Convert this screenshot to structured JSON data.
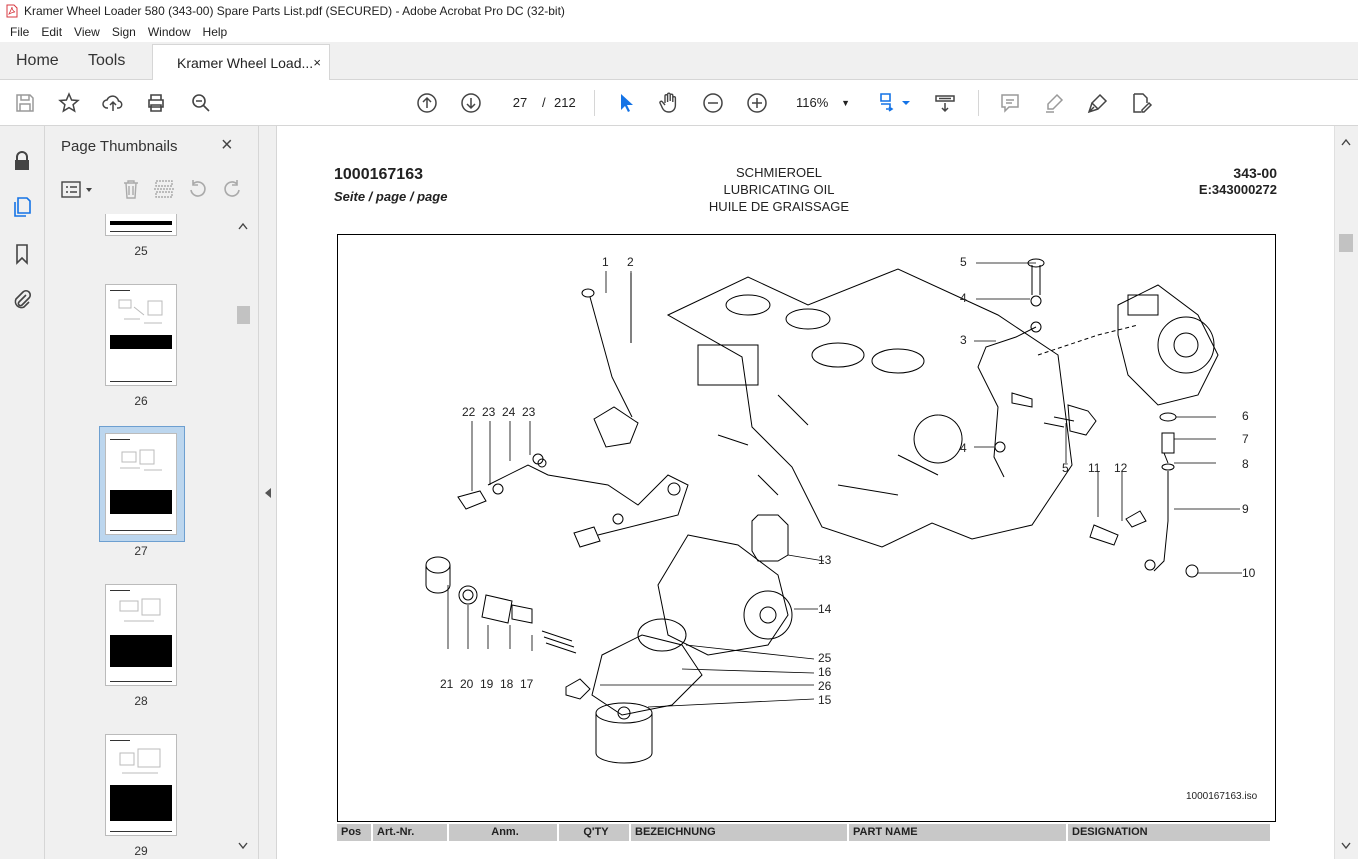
{
  "window": {
    "title": "Kramer Wheel Loader 580 (343-00) Spare Parts List.pdf (SECURED) - Adobe Acrobat Pro DC (32-bit)"
  },
  "menu": [
    "File",
    "Edit",
    "View",
    "Sign",
    "Window",
    "Help"
  ],
  "tabs": {
    "home": "Home",
    "tools": "Tools",
    "document": "Kramer Wheel Load...",
    "close": "×"
  },
  "toolbar": {
    "current_page": "27",
    "separator": "/",
    "total_pages": "212",
    "zoom": "116%"
  },
  "panel": {
    "title": "Page Thumbnails",
    "close": "×",
    "thumbnails": [
      {
        "label": "25"
      },
      {
        "label": "26"
      },
      {
        "label": "27",
        "selected": true
      },
      {
        "label": "28"
      },
      {
        "label": "29"
      }
    ]
  },
  "document": {
    "part_number": "1000167163",
    "page_label": "Seite / page / page",
    "title_de": "SCHMIEROEL",
    "title_en": "LUBRICATING OIL",
    "title_fr": "HUILE DE GRAISSAGE",
    "group": "343-00",
    "ref": "E:343000272",
    "iso_file": "1000167163.iso",
    "callouts": [
      "1",
      "2",
      "3",
      "4",
      "5",
      "6",
      "7",
      "8",
      "9",
      "10",
      "11",
      "12",
      "13",
      "14",
      "15",
      "16",
      "17",
      "18",
      "19",
      "20",
      "21",
      "22",
      "23",
      "24",
      "25",
      "26"
    ],
    "table_headers": [
      "Pos",
      "Art.-Nr.",
      "Anm.",
      "Q'TY",
      "BEZEICHNUNG",
      "PART NAME",
      "DESIGNATION"
    ]
  },
  "colors": {
    "accent": "#1473e6",
    "chrome": "#f0f0f0",
    "selection": "#bcd6ee"
  }
}
